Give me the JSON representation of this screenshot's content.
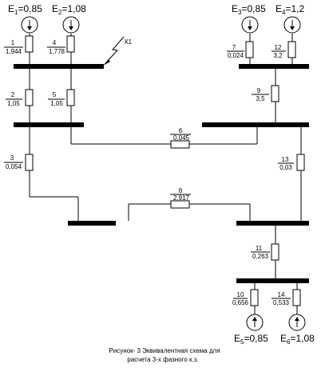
{
  "sources": [
    {
      "id": "E1",
      "letter": "E",
      "index": "1",
      "value": "=0,85"
    },
    {
      "id": "E2",
      "letter": "E",
      "index": "2",
      "value": "=1,08"
    },
    {
      "id": "E3",
      "letter": "E",
      "index": "3",
      "value": "=0,85"
    },
    {
      "id": "E4",
      "letter": "E",
      "index": "4",
      "value": "=1,2"
    },
    {
      "id": "E5",
      "letter": "E",
      "index": "5",
      "value": "=0,85"
    },
    {
      "id": "E6",
      "letter": "E",
      "index": "6",
      "value": "=1,08"
    }
  ],
  "elements": [
    {
      "num": "1",
      "value": "1,944"
    },
    {
      "num": "2",
      "value": "1,05"
    },
    {
      "num": "3",
      "value": "0,054"
    },
    {
      "num": "4",
      "value": "1,778"
    },
    {
      "num": "5",
      "value": "1,05"
    },
    {
      "num": "6",
      "value": "0,045"
    },
    {
      "num": "7",
      "value": "0,024"
    },
    {
      "num": "8",
      "value": "2,917"
    },
    {
      "num": "9",
      "value": "3,5"
    },
    {
      "num": "10",
      "value": "0,656"
    },
    {
      "num": "11",
      "value": "0,263"
    },
    {
      "num": "12",
      "value": "3,2"
    },
    {
      "num": "13",
      "value": "0,03"
    },
    {
      "num": "14",
      "value": "0,533"
    }
  ],
  "fault_label": "К1",
  "caption": {
    "line1": "Рисунок- 3 Эквивалентная схема для",
    "line2": "расчета 3-х фазного к.з."
  }
}
